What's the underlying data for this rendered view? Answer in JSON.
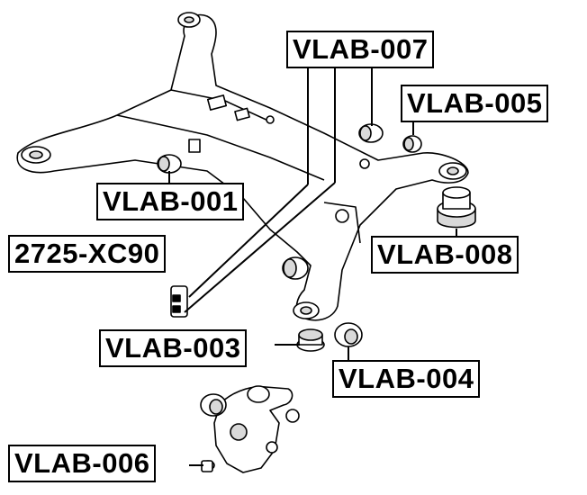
{
  "labels": {
    "vlab_001": "VLAB-001",
    "vlab_003": "VLAB-003",
    "vlab_004": "VLAB-004",
    "vlab_005": "VLAB-005",
    "vlab_006": "VLAB-006",
    "vlab_007": "VLAB-007",
    "vlab_008": "VLAB-008",
    "xc90": "2725-XC90"
  },
  "colors": {
    "line": "#000000",
    "fill": "#ffffff",
    "shade": "#d9d9d9"
  }
}
